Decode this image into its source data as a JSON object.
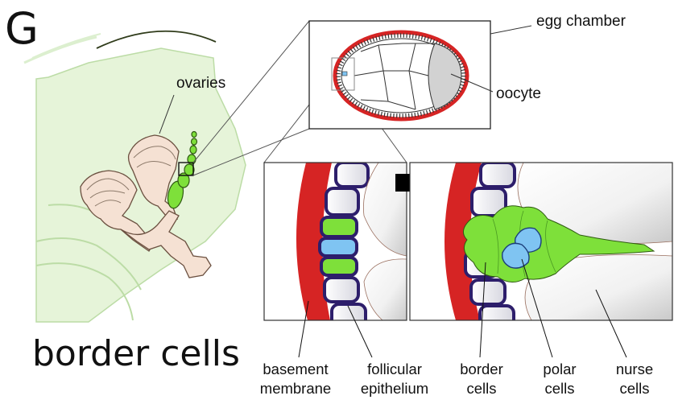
{
  "figure": {
    "panel_letter": "G",
    "title": "border cells",
    "labels": {
      "ovaries": "ovaries",
      "egg_chamber": "egg chamber",
      "oocyte": "oocyte",
      "basement_membrane": [
        "basement",
        "membrane"
      ],
      "follicular_epithelium": [
        "follicular",
        "epithelium"
      ],
      "border_cells": [
        "border",
        "cells"
      ],
      "polar_cells": [
        "polar",
        "cells"
      ],
      "nurse_cells": [
        "nurse",
        "cells"
      ]
    },
    "colors": {
      "fly_body": "#e6f4d9",
      "ovary": "#f5e1d3",
      "oocyte": "#d2d2d2",
      "basement_membrane": "#d62424",
      "follicle_cell_outline": "#2d1e6b",
      "border_cell": "#7ee03a",
      "polar_cell": "#7fc4f2",
      "arrow": "#000000"
    }
  }
}
